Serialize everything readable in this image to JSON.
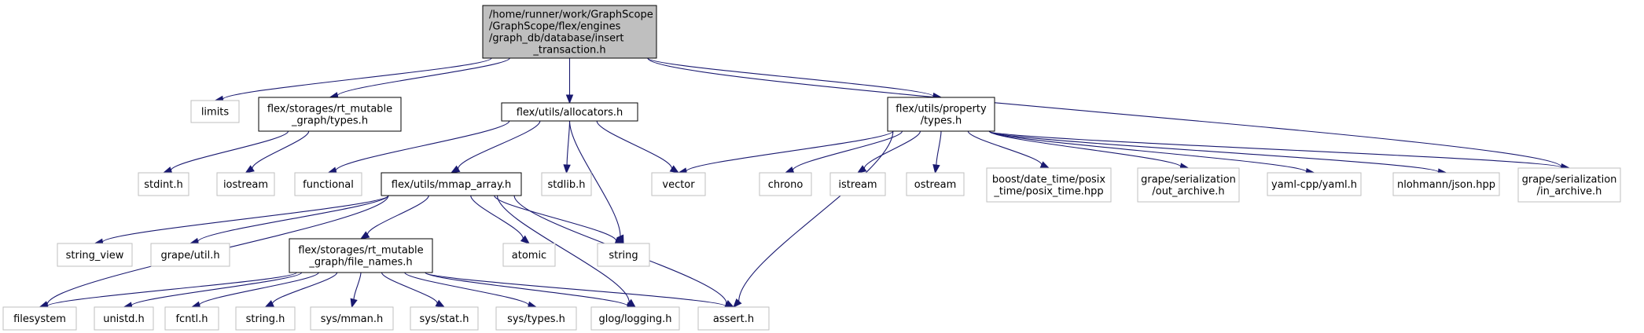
{
  "graph": {
    "edge_color": "#191970",
    "root_fill": "#bfbfbf",
    "external_border": "#bfbfbf",
    "nodes": [
      {
        "id": "root",
        "kind": "root",
        "lines": [
          "/home/runner/work/GraphScope",
          "/GraphScope/flex/engines",
          "/graph_db/database/insert",
          "_transaction.h"
        ]
      },
      {
        "id": "limits",
        "kind": "external",
        "lines": [
          "limits"
        ]
      },
      {
        "id": "rt_types",
        "kind": "documented",
        "lines": [
          "flex/storages/rt_mutable",
          "_graph/types.h"
        ]
      },
      {
        "id": "allocators",
        "kind": "documented",
        "lines": [
          "flex/utils/allocators.h"
        ]
      },
      {
        "id": "property_types",
        "kind": "documented",
        "lines": [
          "flex/utils/property",
          "/types.h"
        ]
      },
      {
        "id": "in_archive",
        "kind": "external",
        "lines": [
          "grape/serialization",
          "/in_archive.h"
        ]
      },
      {
        "id": "stdint",
        "kind": "external",
        "lines": [
          "stdint.h"
        ]
      },
      {
        "id": "iostream",
        "kind": "external",
        "lines": [
          "iostream"
        ]
      },
      {
        "id": "functional",
        "kind": "external",
        "lines": [
          "functional"
        ]
      },
      {
        "id": "mmap_array",
        "kind": "documented",
        "lines": [
          "flex/utils/mmap_array.h"
        ]
      },
      {
        "id": "stdlib",
        "kind": "external",
        "lines": [
          "stdlib.h"
        ]
      },
      {
        "id": "vector",
        "kind": "external",
        "lines": [
          "vector"
        ]
      },
      {
        "id": "chrono",
        "kind": "external",
        "lines": [
          "chrono"
        ]
      },
      {
        "id": "istream",
        "kind": "external",
        "lines": [
          "istream"
        ]
      },
      {
        "id": "ostream",
        "kind": "external",
        "lines": [
          "ostream"
        ]
      },
      {
        "id": "posix_time",
        "kind": "external",
        "lines": [
          "boost/date_time/posix",
          "_time/posix_time.hpp"
        ]
      },
      {
        "id": "out_archive",
        "kind": "external",
        "lines": [
          "grape/serialization",
          "/out_archive.h"
        ]
      },
      {
        "id": "yaml",
        "kind": "external",
        "lines": [
          "yaml-cpp/yaml.h"
        ]
      },
      {
        "id": "json",
        "kind": "external",
        "lines": [
          "nlohmann/json.hpp"
        ]
      },
      {
        "id": "string_view",
        "kind": "external",
        "lines": [
          "string_view"
        ]
      },
      {
        "id": "grape_util",
        "kind": "external",
        "lines": [
          "grape/util.h"
        ]
      },
      {
        "id": "file_names",
        "kind": "documented",
        "lines": [
          "flex/storages/rt_mutable",
          "_graph/file_names.h"
        ]
      },
      {
        "id": "atomic",
        "kind": "external",
        "lines": [
          "atomic"
        ]
      },
      {
        "id": "string",
        "kind": "external",
        "lines": [
          "string"
        ]
      },
      {
        "id": "filesystem",
        "kind": "external",
        "lines": [
          "filesystem"
        ]
      },
      {
        "id": "unistd",
        "kind": "external",
        "lines": [
          "unistd.h"
        ]
      },
      {
        "id": "fcntl",
        "kind": "external",
        "lines": [
          "fcntl.h"
        ]
      },
      {
        "id": "string_h",
        "kind": "external",
        "lines": [
          "string.h"
        ]
      },
      {
        "id": "sys_mman",
        "kind": "external",
        "lines": [
          "sys/mman.h"
        ]
      },
      {
        "id": "sys_stat",
        "kind": "external",
        "lines": [
          "sys/stat.h"
        ]
      },
      {
        "id": "sys_types",
        "kind": "external",
        "lines": [
          "sys/types.h"
        ]
      },
      {
        "id": "glog",
        "kind": "external",
        "lines": [
          "glog/logging.h"
        ]
      },
      {
        "id": "assert",
        "kind": "external",
        "lines": [
          "assert.h"
        ]
      }
    ],
    "edges": [
      [
        "root",
        "limits"
      ],
      [
        "root",
        "rt_types"
      ],
      [
        "root",
        "allocators"
      ],
      [
        "root",
        "property_types"
      ],
      [
        "root",
        "in_archive"
      ],
      [
        "rt_types",
        "stdint"
      ],
      [
        "rt_types",
        "iostream"
      ],
      [
        "allocators",
        "functional"
      ],
      [
        "allocators",
        "mmap_array"
      ],
      [
        "allocators",
        "stdlib"
      ],
      [
        "allocators",
        "vector"
      ],
      [
        "allocators",
        "string"
      ],
      [
        "property_types",
        "vector"
      ],
      [
        "property_types",
        "chrono"
      ],
      [
        "property_types",
        "istream"
      ],
      [
        "property_types",
        "ostream"
      ],
      [
        "property_types",
        "posix_time"
      ],
      [
        "property_types",
        "out_archive"
      ],
      [
        "property_types",
        "yaml"
      ],
      [
        "property_types",
        "json"
      ],
      [
        "property_types",
        "in_archive"
      ],
      [
        "property_types",
        "assert"
      ],
      [
        "mmap_array",
        "string_view"
      ],
      [
        "mmap_array",
        "grape_util"
      ],
      [
        "mmap_array",
        "file_names"
      ],
      [
        "mmap_array",
        "atomic"
      ],
      [
        "mmap_array",
        "string"
      ],
      [
        "mmap_array",
        "filesystem"
      ],
      [
        "mmap_array",
        "glog"
      ],
      [
        "mmap_array",
        "assert"
      ],
      [
        "file_names",
        "filesystem"
      ],
      [
        "file_names",
        "unistd"
      ],
      [
        "file_names",
        "fcntl"
      ],
      [
        "file_names",
        "string_h"
      ],
      [
        "file_names",
        "sys_mman"
      ],
      [
        "file_names",
        "sys_stat"
      ],
      [
        "file_names",
        "sys_types"
      ],
      [
        "file_names",
        "glog"
      ],
      [
        "file_names",
        "assert"
      ]
    ]
  }
}
